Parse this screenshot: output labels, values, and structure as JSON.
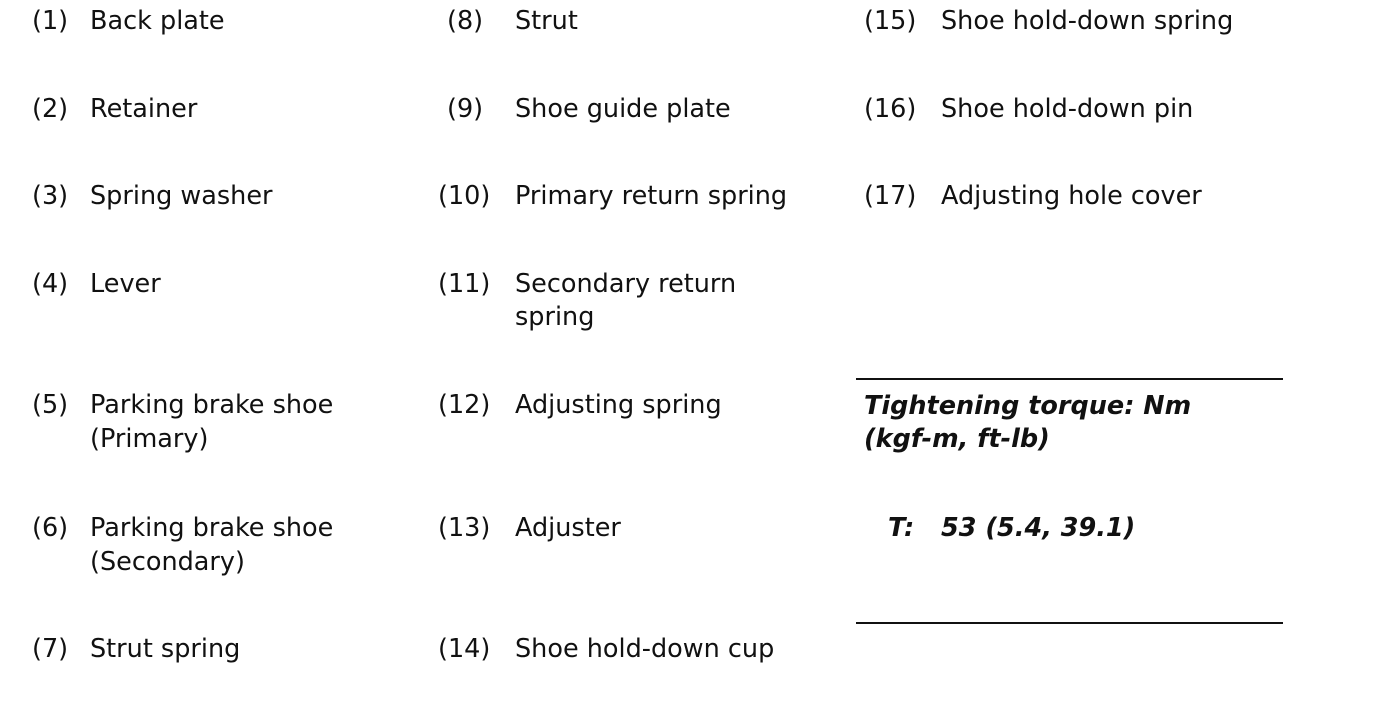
{
  "parts": [
    {
      "num": "(1)",
      "lines": [
        "Back plate"
      ]
    },
    {
      "num": "(2)",
      "lines": [
        "Retainer"
      ]
    },
    {
      "num": "(3)",
      "lines": [
        "Spring washer"
      ]
    },
    {
      "num": "(4)",
      "lines": [
        "Lever"
      ]
    },
    {
      "num": "(5)",
      "lines": [
        "Parking brake shoe",
        "(Primary)"
      ]
    },
    {
      "num": "(6)",
      "lines": [
        "Parking brake shoe",
        "(Secondary)"
      ]
    },
    {
      "num": "(7)",
      "lines": [
        "Strut spring"
      ]
    },
    {
      "num": "(8)",
      "lines": [
        "Strut"
      ]
    },
    {
      "num": "(9)",
      "lines": [
        "Shoe guide plate"
      ]
    },
    {
      "num": "(10)",
      "lines": [
        "Primary return spring"
      ]
    },
    {
      "num": "(11)",
      "lines": [
        "Secondary return",
        "spring"
      ]
    },
    {
      "num": "(12)",
      "lines": [
        "Adjusting spring"
      ]
    },
    {
      "num": "(13)",
      "lines": [
        "Adjuster"
      ]
    },
    {
      "num": "(14)",
      "lines": [
        "Shoe hold-down cup"
      ]
    },
    {
      "num": "(15)",
      "lines": [
        "Shoe hold-down spring"
      ]
    },
    {
      "num": "(16)",
      "lines": [
        "Shoe hold-down pin"
      ]
    },
    {
      "num": "(17)",
      "lines": [
        "Adjusting hole cover"
      ]
    }
  ],
  "torque": {
    "heading_line1": "Tightening torque: Nm",
    "heading_line2": "(kgf-m, ft-lb)",
    "label": "T:",
    "value": "53 (5.4, 39.1)"
  }
}
